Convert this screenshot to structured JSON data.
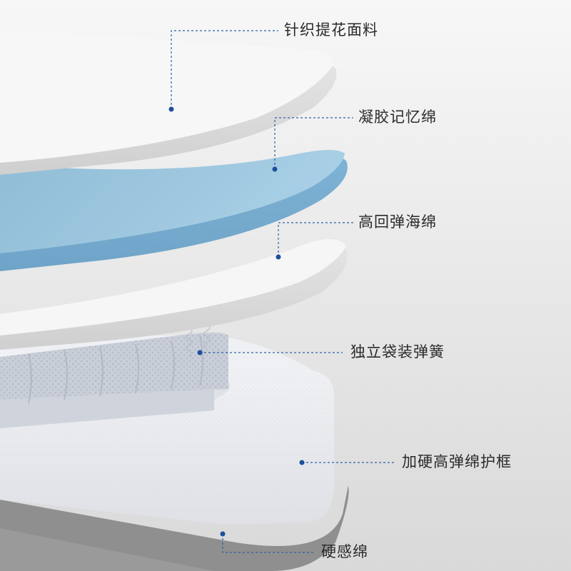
{
  "layers": [
    {
      "id": "knit-fabric",
      "label": "针织提花面料"
    },
    {
      "id": "gel-memory-foam",
      "label": "凝胶记忆绵"
    },
    {
      "id": "high-resilience-foam",
      "label": "高回弹海绵"
    },
    {
      "id": "pocket-springs",
      "label": "独立袋装弹簧"
    },
    {
      "id": "edge-frame",
      "label": "加硬高弹绵护框"
    },
    {
      "id": "firm-foam",
      "label": "硬感绵"
    }
  ],
  "colors": {
    "leader": "#2f5fa8",
    "dot": "#1e4f9c",
    "gel": "#9dc6de",
    "gel_edge": "#7fb0d0",
    "fabric": "#f4f4f4"
  }
}
